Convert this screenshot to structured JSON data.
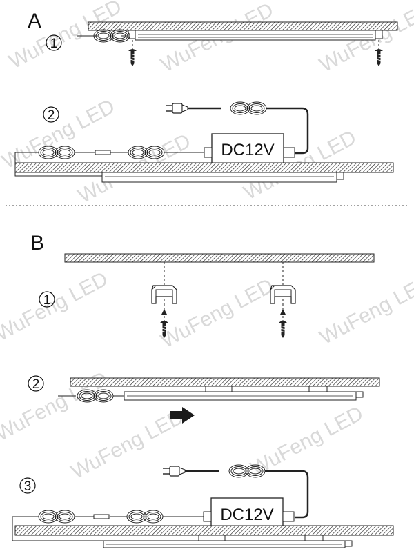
{
  "sections": {
    "a": {
      "label": "A",
      "steps": [
        "1",
        "2"
      ]
    },
    "b": {
      "label": "B",
      "steps": [
        "1",
        "2",
        "3"
      ]
    }
  },
  "power_supply": {
    "label": "DC12V"
  },
  "watermark": {
    "text": "WuFeng LED"
  }
}
